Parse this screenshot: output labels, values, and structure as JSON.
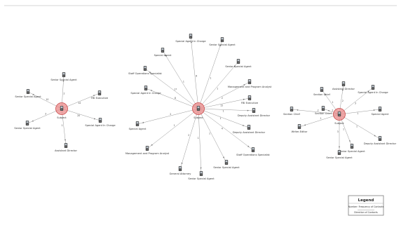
{
  "colors": {
    "edge": "#8a8a8a",
    "center_halo": "#e98a8a",
    "center_ring": "#c94b4b",
    "node_icon": "#4a4a4a",
    "frame": "#bdbdbd"
  },
  "icons": {
    "node": "person-device-icon",
    "center": "subject-icon"
  },
  "networks": [
    {
      "center_label": "Subject",
      "nodes": [
        {
          "label": "Senior Special Agent",
          "count": "2"
        },
        {
          "label": "FBI Executive",
          "count": "14"
        },
        {
          "label": "Special Agent In Charge",
          "count": "20"
        },
        {
          "label": "Assistant Director",
          "count": "1"
        },
        {
          "label": "Senior Special Agent",
          "count": "3"
        },
        {
          "label": "Senior Special Agent",
          "count": "10"
        }
      ]
    },
    {
      "center_label": "Subject",
      "nodes": [
        {
          "label": "Special Agent",
          "count": "1"
        },
        {
          "label": "Special Agent In Charge",
          "count": "6"
        },
        {
          "label": "Senior Special Agent",
          "count": "1"
        },
        {
          "label": "Senior Special Agent",
          "count": "1"
        },
        {
          "label": "Management and Program Analyst",
          "count": "2"
        },
        {
          "label": "FBI Executive",
          "count": "12"
        },
        {
          "label": "Deputy Assistant Director",
          "count": "1"
        },
        {
          "label": "Deputy Assistant Director",
          "count": "1"
        },
        {
          "label": "Staff Operations Specialist",
          "count": "4"
        },
        {
          "label": "Senior Special Agent",
          "count": "1"
        },
        {
          "label": "Senior Special Agent",
          "count": "1"
        },
        {
          "label": "General Attorney",
          "count": "2"
        },
        {
          "label": "Management and Program Analyst",
          "count": "1"
        },
        {
          "label": "Special Agent",
          "count": "2"
        },
        {
          "label": "Special Agent In Charge",
          "count": "8"
        },
        {
          "label": "Staff Operations Specialist",
          "count": "17"
        }
      ]
    },
    {
      "center_label": "Subject",
      "nodes": [
        {
          "label": "Section Chief",
          "count": "1"
        },
        {
          "label": "Assistant Director",
          "count": "2"
        },
        {
          "label": "Special Agent In Charge",
          "count": "3"
        },
        {
          "label": "Special Agent",
          "count": "1"
        },
        {
          "label": "Section Chief",
          "count": "2"
        },
        {
          "label": "Deputy Assistant Director",
          "count": "1"
        },
        {
          "label": "Senior Special Agent",
          "count": "1"
        },
        {
          "label": "Senior Special Agent",
          "count": "3"
        },
        {
          "label": "Writer-Editor",
          "count": "1"
        },
        {
          "label": "Section Chief",
          "count": "2"
        }
      ]
    }
  ],
  "legend": {
    "title": "Legend",
    "number_caption": "Number: Frequency of Contacts",
    "arrow_caption": "Direction of Contacts"
  }
}
